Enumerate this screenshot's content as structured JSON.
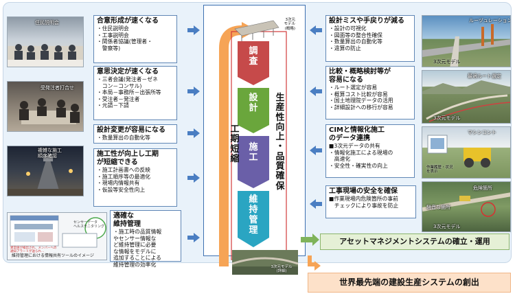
{
  "photos": {
    "residents": "住民説明会",
    "owner_meeting": "受発注者打合せ",
    "complex_construction": [
      "複雑な施工",
      "順序確認"
    ],
    "info_tool": "維持管理における情報共有ツールのイメージ",
    "info_tool_sensor": [
      "センサーデータ",
      "ヘルスモニタリング"
    ],
    "info_tool_note": [
      "異常値が検出され、メンバーへの",
      "通知アラートが送られ…"
    ],
    "model_3d_right_1_top": "ルーヅュレーション",
    "model_3d_right_1_bottom": "3次元モデル",
    "model_3d_right_2_top": "最適ルート選定",
    "model_3d_right_2_bottom": "3次元モデル",
    "model_3d_right_3_top": "マシンコント",
    "model_3d_right_3_left": [
      "作業履歴・状況",
      "を表示"
    ],
    "model_3d_right_4_top": "危険箇所",
    "model_3d_right_4_left": "騒音な箇所",
    "model_3d_right_4_bottom": "3次元モデル"
  },
  "left_boxes": [
    {
      "heading": "合意形成が速くなる",
      "lines": [
        "・住民説明会",
        "・工事説明会",
        "・関係者協議(管理者・",
        "　警察等)"
      ]
    },
    {
      "heading": "意思決定が速くなる",
      "lines": [
        "・三者会議(発注者－ゼネ",
        "　コン－コンサル)",
        "・本局－事務所－出張所等",
        "・受注者－発注者",
        "・元請－下請"
      ]
    },
    {
      "heading": "設計変更が容易になる",
      "lines": [
        "・数量算出の自動化等"
      ]
    },
    {
      "heading": "施工性が向上し工期",
      "heading2": "が短縮できる",
      "lines": [
        "・施工計画書への反映",
        "・施工順序等の最適化",
        "・現場内情報共有",
        "・仮設等安全性向上"
      ]
    },
    {
      "heading": "適確な",
      "heading2": "維持管理",
      "lines": [
        "・施工時の品質情報",
        "やセンサー情報な",
        "ど維持管理に必要",
        "な情報をモデルに",
        "追加することによる",
        "維持管理の効率化"
      ]
    }
  ],
  "right_boxes": [
    {
      "heading": "設計ミスや手戻りが減る",
      "lines": [
        "・設計の可視化",
        "・図面等の整合性確保",
        "・数量算出の自動化等",
        "・違算の防止"
      ]
    },
    {
      "heading": "比較・概略検討等が",
      "heading2": "容易になる",
      "lines": [
        "・ルート選定が容易",
        "・概算コスト比較が容易",
        "・国土地理院データの活用",
        "・詳細設計への移行が容易"
      ]
    },
    {
      "heading": "CIMと情報化施工",
      "heading2": "のデータ連携",
      "lines": [
        "■3次元データの共有",
        "・情報化施工による現場の",
        "　高速化",
        "・安全性・確実性の向上"
      ]
    },
    {
      "heading": "工事現場の安全を確保",
      "lines": [
        "■作業現場内危険箇所の事前",
        "　チェックにより事故を防止"
      ]
    }
  ],
  "center": {
    "model_top": [
      "3次元",
      "モデル",
      "(概略)"
    ],
    "model_bottom": [
      "3次元モデル",
      "(詳細)"
    ],
    "stages": [
      "調査",
      "設計",
      "施工",
      "維持管理"
    ],
    "left_label": "工期短縮",
    "right_label": "生産性向上・品質確保"
  },
  "asset_management": "アセットマネジメントシステムの確立・運用",
  "world_system": "世界最先端の建設生産システムの創出",
  "colors": {
    "survey": "#c64a4a",
    "design": "#6aa63c",
    "construction": "#6a5fa8",
    "maintenance": "#2aa5c2",
    "arrow": "#4a7ec2",
    "orange_loop": "#f6a456"
  }
}
